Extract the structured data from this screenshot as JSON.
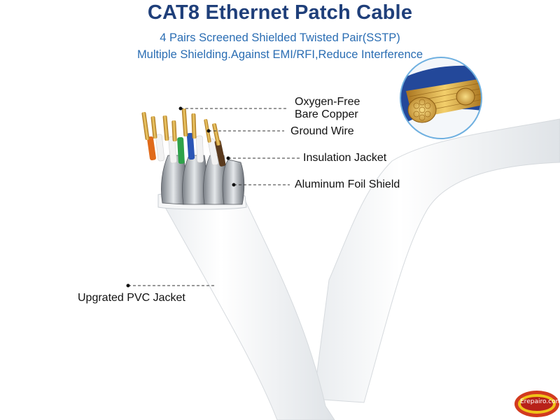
{
  "header": {
    "title": "CAT8 Ethernet Patch Cable",
    "subtitle_line1": "4 Pairs Screened Shielded Twisted Pair(SSTP)",
    "subtitle_line2": "Multiple Shielding.Against EMI/RFI,Reduce Interference"
  },
  "callouts": {
    "copper_line1": "Oxygen-Free",
    "copper_line2": "Bare Copper",
    "ground_wire": "Ground Wire",
    "insulation": "Insulation Jacket",
    "foil": "Aluminum Foil Shield",
    "pvc": "Upgrated PVC Jacket"
  },
  "watermark": {
    "text": "Erepairo.com"
  },
  "colors": {
    "title": "#1f3f7a",
    "subtitle": "#2a6db3",
    "inset_border": "#6fb0e0",
    "blue_jacket": "#23489a",
    "copper": "#d9a640"
  }
}
